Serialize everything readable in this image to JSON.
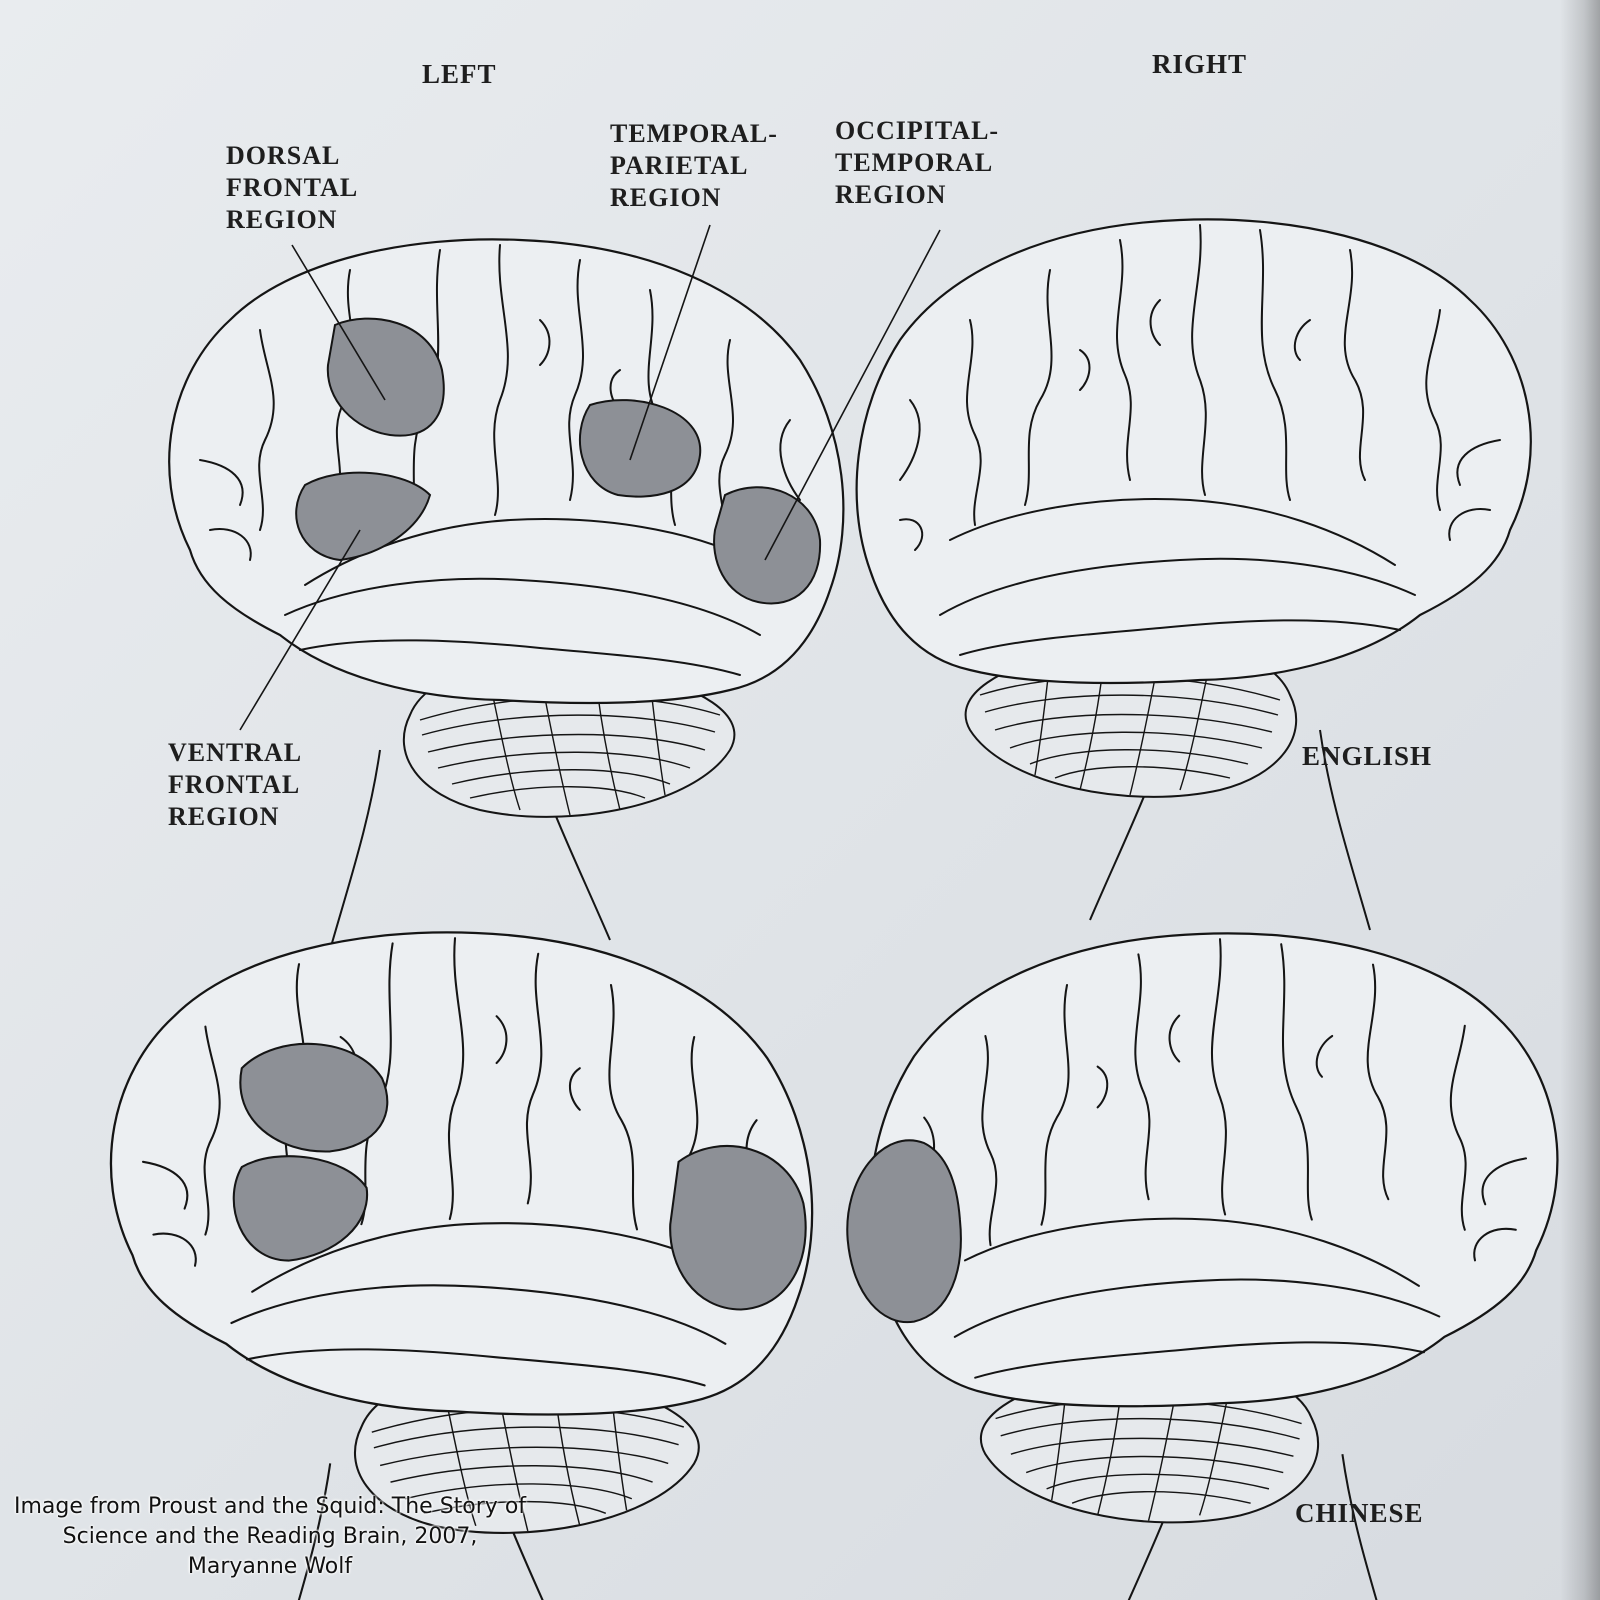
{
  "header": {
    "left": "LEFT",
    "right": "RIGHT"
  },
  "region_labels": {
    "dorsal_frontal": "DORSAL\nFRONTAL\nREGION",
    "temporal_parietal": "TEMPORAL-\nPARIETAL\nREGION",
    "occipital_temporal": "OCCIPITAL-\nTEMPORAL\nREGION",
    "ventral_frontal": "VENTRAL\nFRONTAL\nREGION"
  },
  "row_labels": {
    "top": "ENGLISH",
    "bottom": "CHINESE"
  },
  "caption": "Image from Proust and the Squid: The Story of Science and the Reading Brain, 2007, Maryanne Wolf",
  "colors": {
    "paper": "#e4e7ea",
    "ink": "#151515",
    "highlight": "#8d9096"
  }
}
